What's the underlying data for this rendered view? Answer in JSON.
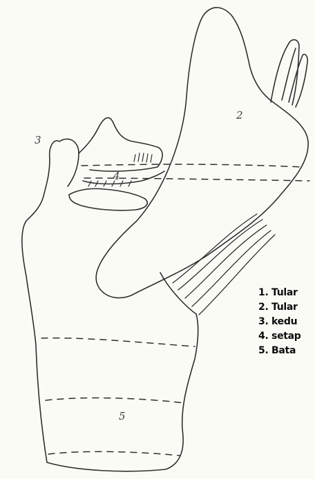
{
  "diagram": {
    "markers": {
      "m2": "2",
      "m3": "3",
      "m4": "4",
      "m5": "5"
    },
    "legend": [
      "1. Tular",
      "2. Tular",
      "3. kedu",
      "4. setap",
      "5. Bata"
    ],
    "colors": {
      "background": "#fbfbf6",
      "ink": "#2b2b2b",
      "legend_text": "#0c0c0c"
    }
  }
}
